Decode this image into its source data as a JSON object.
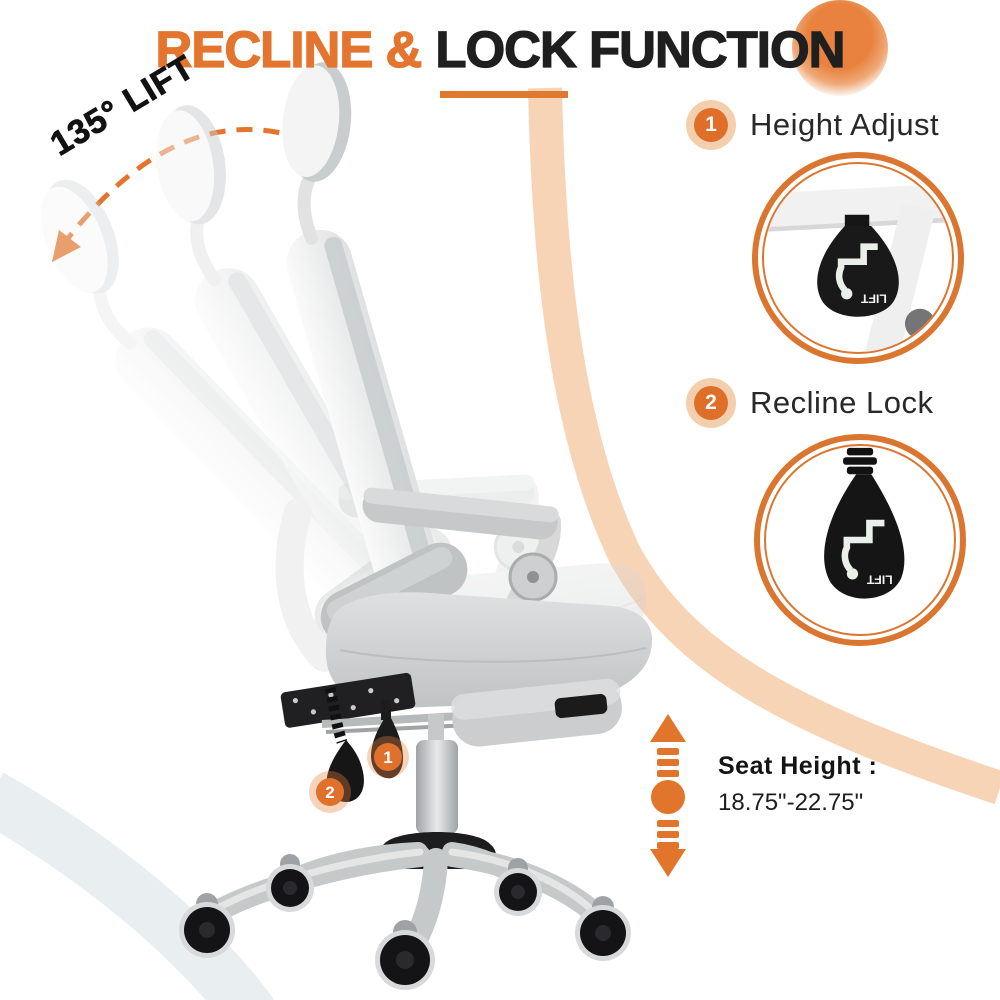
{
  "title": {
    "highlight": "RECLINE &",
    "rest": "LOCK FUNCTION"
  },
  "annotations": {
    "recline_angle": "135° LIFT"
  },
  "features": [
    {
      "number": "1",
      "label": "Height Adjust",
      "inset_label": "LIFT"
    },
    {
      "number": "2",
      "label": "Recline Lock",
      "inset_label": "LIFT"
    }
  ],
  "seat_height": {
    "label": "Seat Height :",
    "range": "18.75\"-22.75\""
  },
  "chair": {
    "lever_badges": [
      "1",
      "2"
    ]
  },
  "colors": {
    "accent": "#E4752E",
    "accent_deep": "#DB7630",
    "peach_band": "#F7D0B0",
    "title_dark": "#1F1F1F",
    "chair_gray": "#D9DBDC",
    "ring_gray": "#E9EFF0",
    "lever_black": "#161616"
  }
}
